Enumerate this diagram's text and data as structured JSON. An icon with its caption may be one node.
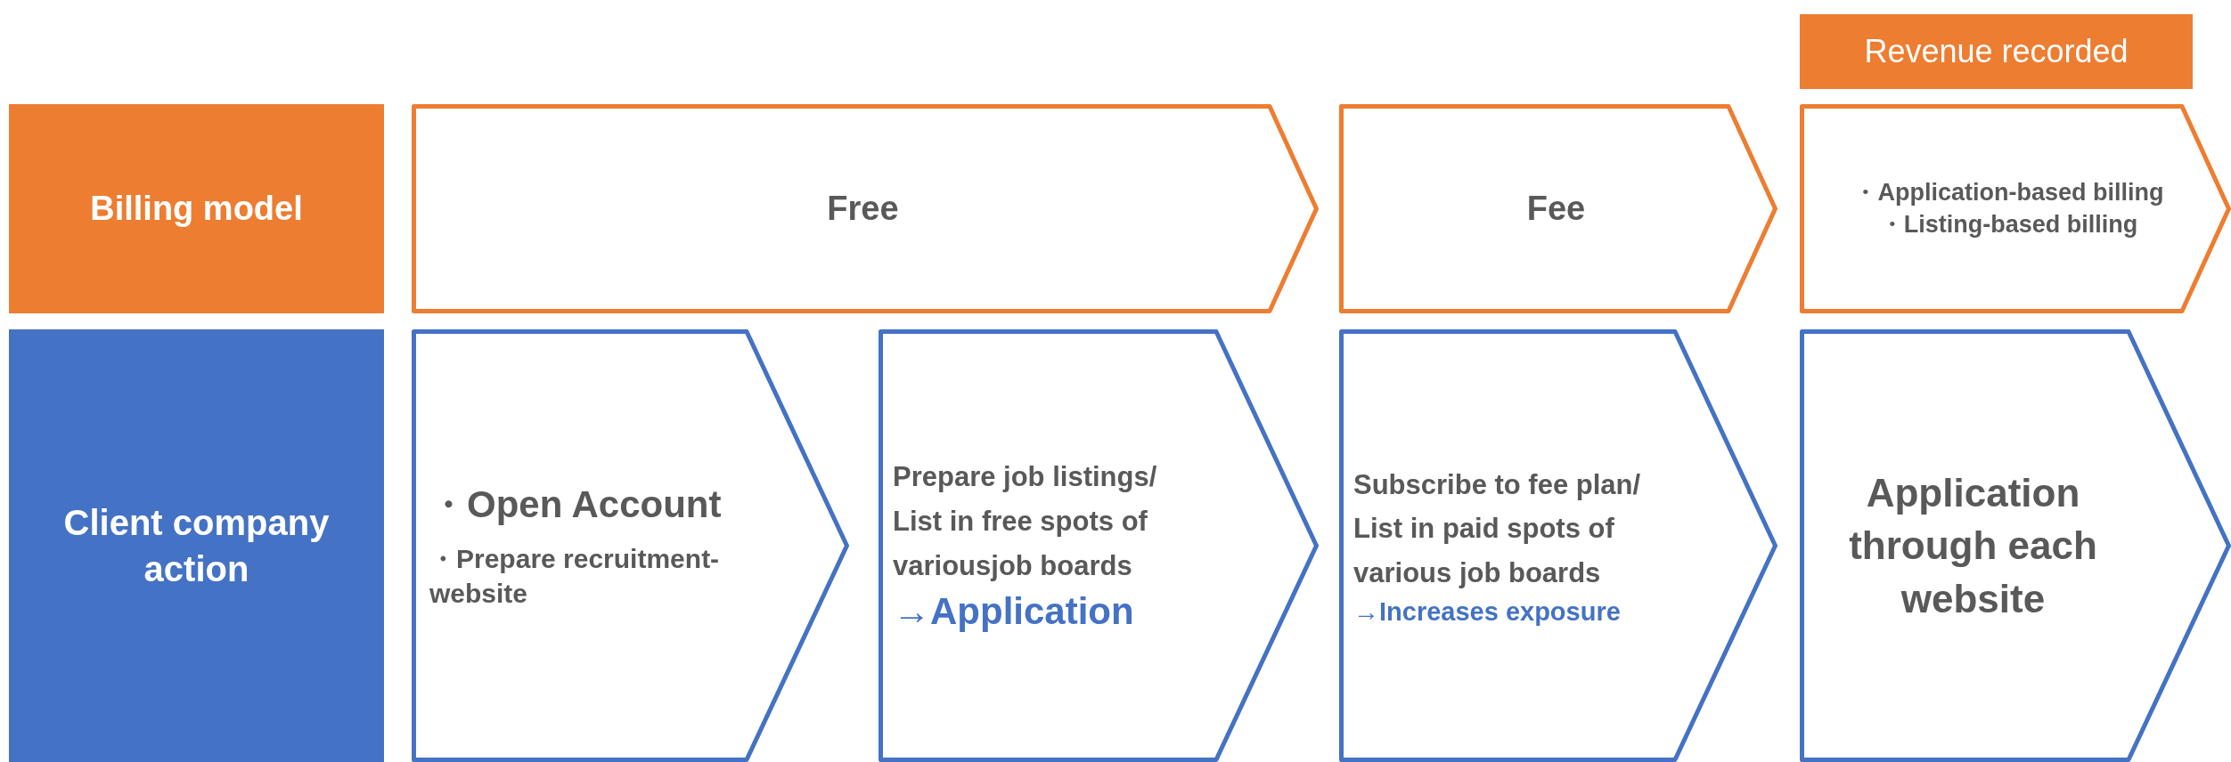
{
  "diagram": {
    "nodes": [
      {
        "text": [
          "Revenue recorded"
        ]
      },
      {
        "text": [
          "Billing model"
        ]
      },
      {
        "text": [
          "Free"
        ]
      },
      {
        "text": [
          "Fee"
        ]
      },
      {
        "text": [
          "・Application-based billing",
          "・Listing-based billing"
        ]
      },
      {
        "text": [
          "Client company action"
        ]
      },
      {
        "text": [
          "・Open Account",
          "・Prepare recruitment- website"
        ]
      },
      {
        "text": [
          "Prepare job listings/ List in free spots of variousjob boards",
          "→Application"
        ]
      },
      {
        "text": [
          "Subscribe to fee plan/ List in paid spots of various job boards",
          "→Increases exposure"
        ]
      },
      {
        "text": [
          "Application through each website"
        ]
      }
    ]
  }
}
